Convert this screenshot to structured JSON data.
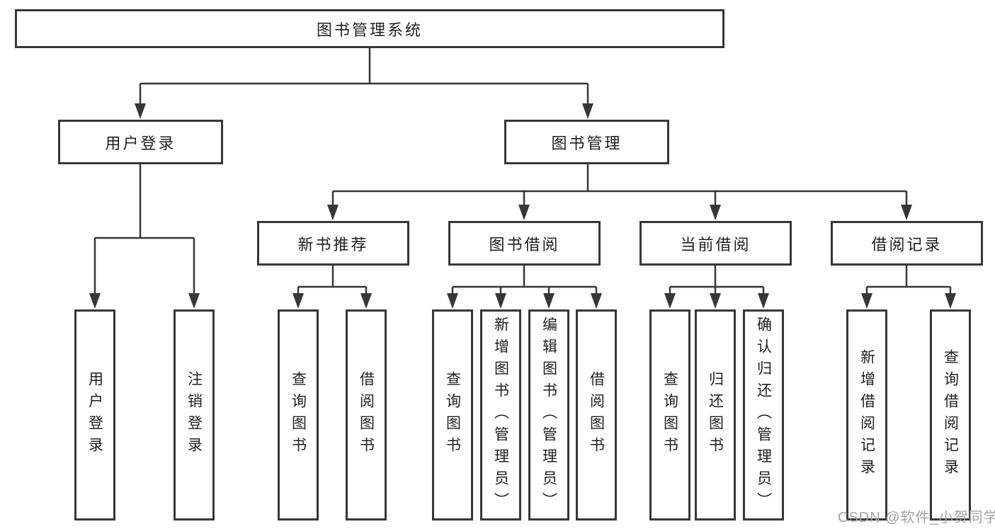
{
  "root": {
    "label": "图书管理系统"
  },
  "branches": [
    {
      "label": "用户登录",
      "children": [
        {
          "label": "用户登录"
        },
        {
          "label": "注销登录"
        }
      ]
    },
    {
      "label": "图书管理",
      "children": [
        {
          "label": "新书推荐",
          "children": [
            {
              "label": "查询图书"
            },
            {
              "label": "借阅图书"
            }
          ]
        },
        {
          "label": "图书借阅",
          "children": [
            {
              "label": "查询图书"
            },
            {
              "label": "新增图书（管理员）"
            },
            {
              "label": "编辑图书（管理员）"
            },
            {
              "label": "借阅图书"
            }
          ]
        },
        {
          "label": "当前借阅",
          "children": [
            {
              "label": "查询图书"
            },
            {
              "label": "归还图书"
            },
            {
              "label": "确认归还（管理员）"
            }
          ]
        },
        {
          "label": "借阅记录",
          "children": [
            {
              "label": "新增借阅记录"
            },
            {
              "label": "查询借阅记录"
            }
          ]
        }
      ]
    }
  ],
  "watermark": {
    "text": "CSDN @软件_小贺同学"
  },
  "colors": {
    "line": "#373737",
    "text": "#1f1f1f",
    "watermark": "#a9a2a2",
    "background": "#ffffff"
  }
}
